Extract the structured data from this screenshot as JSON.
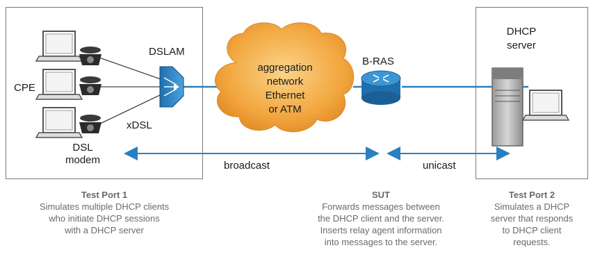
{
  "labels": {
    "dslam": "DSLAM",
    "cpe": "CPE",
    "xdsl": "xDSL",
    "dsl_modem": [
      "DSL",
      "modem"
    ],
    "cloud": [
      "aggregation",
      "network",
      "Ethernet",
      "or ATM"
    ],
    "bras": "B-RAS",
    "dhcp_server": [
      "DHCP",
      "server"
    ],
    "broadcast": "broadcast",
    "unicast": "unicast"
  },
  "captions": {
    "port1": {
      "title": "Test Port 1",
      "lines": [
        "Simulates multiple DHCP clients",
        "who initiate DHCP sessions",
        "with a DHCP server"
      ]
    },
    "sut": {
      "title": "SUT",
      "lines": [
        "Forwards messages between",
        "the DHCP client and the server.",
        "Inserts relay agent information",
        "into messages to the server."
      ]
    },
    "port2": {
      "title": "Test Port 2",
      "lines": [
        "Simulates a DHCP",
        "server that responds",
        "to DHCP client",
        "requests."
      ]
    }
  },
  "colors": {
    "link": "#2a7fc0",
    "cloud": "#f0a33c",
    "router": "#2f86c8",
    "box_border": "#7a7a7a",
    "caption": "#6a6a6a"
  },
  "icons": [
    "laptop-icon",
    "telephone-icon",
    "dslam-icon",
    "cloud-icon",
    "router-icon",
    "server-icon"
  ]
}
